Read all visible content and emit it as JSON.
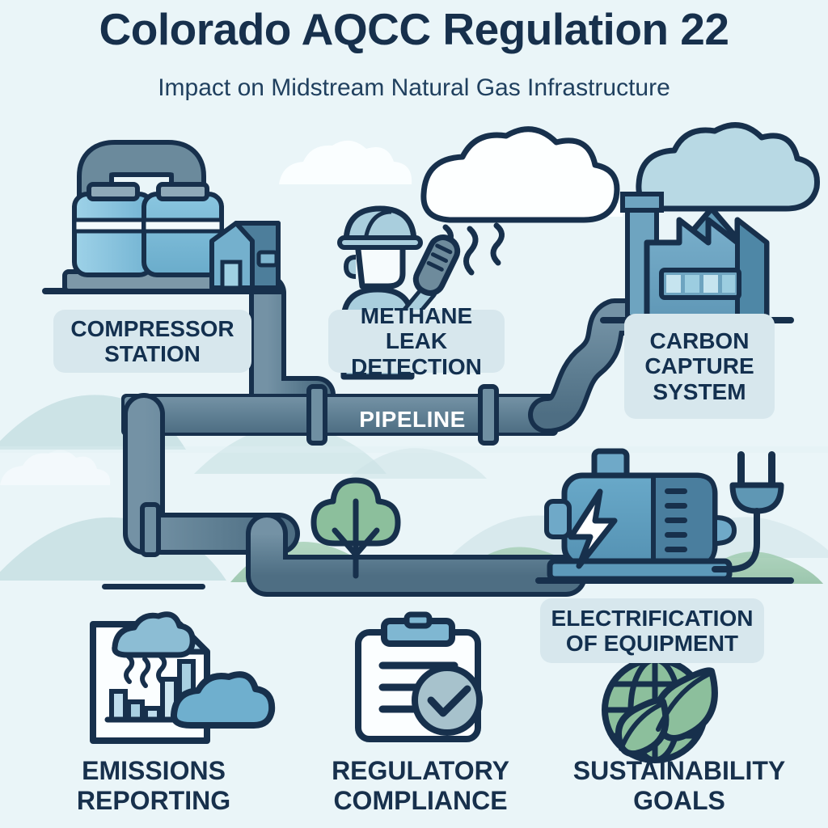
{
  "header": {
    "title": "Colorado AQCC Regulation 22",
    "subtitle": "Impact on Midstream Natural Gas Infrastructure"
  },
  "palette": {
    "background": "#eaf5f8",
    "outline": "#17304c",
    "navy_text": "#13304f",
    "badge_bg": "#d7e7ed",
    "pipe_fill": "#5f7f92",
    "pipe_fill_dark": "#4a6a80",
    "tank_blue": "#72b6d4",
    "tank_blue_light": "#8fc9e0",
    "factory_blue": "#6ca6c4",
    "hill_gray": "#c5dee2",
    "green": "#8cbf9c",
    "cloud_white": "#fbfeff",
    "white": "#ffffff"
  },
  "diagram": {
    "nodes": [
      {
        "id": "compressor-station",
        "label": "COMPRESSOR\nSTATION",
        "icon": "compressor-station-icon",
        "position": "top-left"
      },
      {
        "id": "methane-leak-detection",
        "label": "METHANE\nLEAK DETECTION",
        "icon": "worker-with-gas-detector-icon",
        "position": "top-center"
      },
      {
        "id": "carbon-capture-system",
        "label": "CARBON\nCAPTURE\nSYSTEM",
        "icon": "factory-smokestack-icon",
        "position": "top-right"
      },
      {
        "id": "electrification-of-equipment",
        "label": "ELECTRIFICATION\nOF EQUIPMENT",
        "icon": "electric-motor-plug-icon",
        "position": "middle-right"
      }
    ],
    "pipeline": {
      "label": "PIPELINE",
      "id": "pipeline-connector"
    },
    "footer_items": [
      {
        "id": "emissions-reporting",
        "label": "EMISSIONS\nREPORTING",
        "icon": "document-bar-chart-cloud-icon"
      },
      {
        "id": "regulatory-compliance",
        "label": "REGULATORY\nCOMPLIANCE",
        "icon": "clipboard-checkmark-icon"
      },
      {
        "id": "sustainability-goals",
        "label": "SUSTAINABILITY\nGOALS",
        "icon": "globe-leaves-icon"
      }
    ]
  }
}
